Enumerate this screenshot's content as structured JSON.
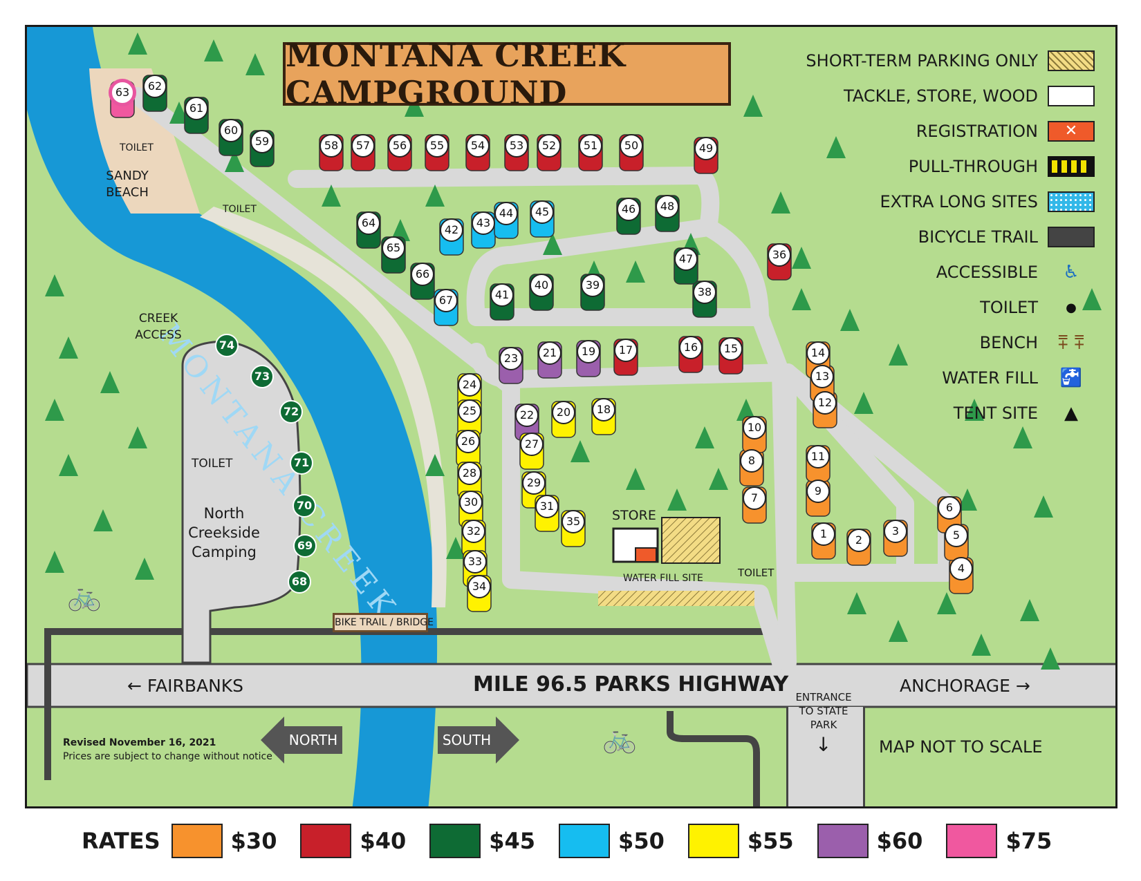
{
  "title": "MONTANA CREEK CAMPGROUND",
  "creek_label": "MONTANA CREEK",
  "highway_label": "MILE 96.5 PARKS HIGHWAY",
  "direction_fairbanks": "← FAIRBANKS",
  "direction_anchorage": "ANCHORAGE →",
  "north_arrow": "NORTH",
  "south_arrow": "SOUTH",
  "entrance_label": "ENTRANCE TO STATE PARK",
  "not_to_scale": "MAP NOT TO SCALE",
  "revised": "Revised November 16, 2021",
  "prices_note": "Prices are subject to change without notice",
  "bike_bridge": "BIKE TRAIL / BRIDGE",
  "sandy_beach": "SANDY BEACH",
  "creek_access": "CREEK ACCESS",
  "north_creekside": "North Creekside Camping",
  "store_label": "STORE",
  "water_fill_site": "WATER FILL SITE",
  "toilet_label": "TOILET",
  "legend": [
    {
      "label": "SHORT-TERM PARKING ONLY",
      "kind": "hatch",
      "color": "#f3dc85"
    },
    {
      "label": "TACKLE, STORE, WOOD",
      "kind": "solid",
      "color": "#ffffff"
    },
    {
      "label": "REGISTRATION",
      "kind": "x",
      "color": "#ef5a2a"
    },
    {
      "label": "PULL-THROUGH",
      "kind": "pull",
      "color": "#111111"
    },
    {
      "label": "EXTRA LONG SITES",
      "kind": "dots",
      "color": "#33b8e8"
    },
    {
      "label": "BICYCLE TRAIL",
      "kind": "trail",
      "color": "#444444"
    },
    {
      "label": "ACCESSIBLE",
      "kind": "access-icon",
      "color": "#1b6fc2"
    },
    {
      "label": "TOILET",
      "kind": "toilet-icon",
      "color": "#111111"
    },
    {
      "label": "BENCH",
      "kind": "bench-icon",
      "color": "#7a4a1d"
    },
    {
      "label": "WATER FILL",
      "kind": "water-icon",
      "color": "#1b6fc2"
    },
    {
      "label": "TENT SITE",
      "kind": "tent-icon",
      "color": "#111111"
    }
  ],
  "rates_label": "RATES",
  "rates": [
    {
      "price": "$30",
      "color": "#f7922d"
    },
    {
      "price": "$40",
      "color": "#c8202a"
    },
    {
      "price": "$45",
      "color": "#0e6b34"
    },
    {
      "price": "$50",
      "color": "#16bdf0"
    },
    {
      "price": "$55",
      "color": "#fff200"
    },
    {
      "price": "$60",
      "color": "#9b5fac"
    },
    {
      "price": "$75",
      "color": "#f0589f"
    }
  ],
  "sites": [
    {
      "n": "1",
      "c": "#f7922d"
    },
    {
      "n": "2",
      "c": "#f7922d"
    },
    {
      "n": "3",
      "c": "#f7922d"
    },
    {
      "n": "4",
      "c": "#f7922d"
    },
    {
      "n": "5",
      "c": "#f7922d"
    },
    {
      "n": "6",
      "c": "#f7922d"
    },
    {
      "n": "7",
      "c": "#f7922d"
    },
    {
      "n": "8",
      "c": "#f7922d"
    },
    {
      "n": "9",
      "c": "#f7922d"
    },
    {
      "n": "10",
      "c": "#f7922d"
    },
    {
      "n": "11",
      "c": "#f7922d"
    },
    {
      "n": "12",
      "c": "#f7922d"
    },
    {
      "n": "13",
      "c": "#f7922d"
    },
    {
      "n": "14",
      "c": "#f7922d"
    },
    {
      "n": "15",
      "c": "#c8202a"
    },
    {
      "n": "16",
      "c": "#c8202a"
    },
    {
      "n": "17",
      "c": "#c8202a"
    },
    {
      "n": "18",
      "c": "#fff200"
    },
    {
      "n": "19",
      "c": "#9b5fac"
    },
    {
      "n": "20",
      "c": "#fff200"
    },
    {
      "n": "21",
      "c": "#9b5fac"
    },
    {
      "n": "22",
      "c": "#9b5fac"
    },
    {
      "n": "23",
      "c": "#9b5fac"
    },
    {
      "n": "24",
      "c": "#fff200"
    },
    {
      "n": "25",
      "c": "#fff200"
    },
    {
      "n": "26",
      "c": "#fff200"
    },
    {
      "n": "27",
      "c": "#fff200"
    },
    {
      "n": "28",
      "c": "#fff200"
    },
    {
      "n": "29",
      "c": "#fff200"
    },
    {
      "n": "30",
      "c": "#fff200"
    },
    {
      "n": "31",
      "c": "#fff200"
    },
    {
      "n": "32",
      "c": "#fff200"
    },
    {
      "n": "33",
      "c": "#fff200"
    },
    {
      "n": "34",
      "c": "#fff200"
    },
    {
      "n": "35",
      "c": "#fff200"
    },
    {
      "n": "36",
      "c": "#c8202a"
    },
    {
      "n": "38",
      "c": "#0e6b34"
    },
    {
      "n": "39",
      "c": "#0e6b34"
    },
    {
      "n": "40",
      "c": "#0e6b34"
    },
    {
      "n": "41",
      "c": "#0e6b34"
    },
    {
      "n": "42",
      "c": "#16bdf0"
    },
    {
      "n": "43",
      "c": "#16bdf0"
    },
    {
      "n": "44",
      "c": "#16bdf0"
    },
    {
      "n": "45",
      "c": "#16bdf0"
    },
    {
      "n": "46",
      "c": "#0e6b34"
    },
    {
      "n": "47",
      "c": "#0e6b34"
    },
    {
      "n": "48",
      "c": "#0e6b34"
    },
    {
      "n": "49",
      "c": "#c8202a"
    },
    {
      "n": "50",
      "c": "#c8202a"
    },
    {
      "n": "51",
      "c": "#c8202a"
    },
    {
      "n": "52",
      "c": "#c8202a"
    },
    {
      "n": "53",
      "c": "#c8202a"
    },
    {
      "n": "54",
      "c": "#c8202a"
    },
    {
      "n": "55",
      "c": "#c8202a"
    },
    {
      "n": "56",
      "c": "#c8202a"
    },
    {
      "n": "57",
      "c": "#c8202a"
    },
    {
      "n": "58",
      "c": "#c8202a"
    },
    {
      "n": "59",
      "c": "#0e6b34"
    },
    {
      "n": "60",
      "c": "#0e6b34"
    },
    {
      "n": "61",
      "c": "#0e6b34"
    },
    {
      "n": "62",
      "c": "#0e6b34"
    },
    {
      "n": "63",
      "c": "#f0589f"
    },
    {
      "n": "64",
      "c": "#0e6b34"
    },
    {
      "n": "65",
      "c": "#0e6b34"
    },
    {
      "n": "66",
      "c": "#0e6b34"
    },
    {
      "n": "67",
      "c": "#16bdf0"
    },
    {
      "n": "68",
      "c": "#0e6b34"
    },
    {
      "n": "69",
      "c": "#0e6b34"
    },
    {
      "n": "70",
      "c": "#0e6b34"
    },
    {
      "n": "71",
      "c": "#0e6b34"
    },
    {
      "n": "72",
      "c": "#0e6b34"
    },
    {
      "n": "73",
      "c": "#0e6b34"
    },
    {
      "n": "74",
      "c": "#0e6b34"
    }
  ]
}
